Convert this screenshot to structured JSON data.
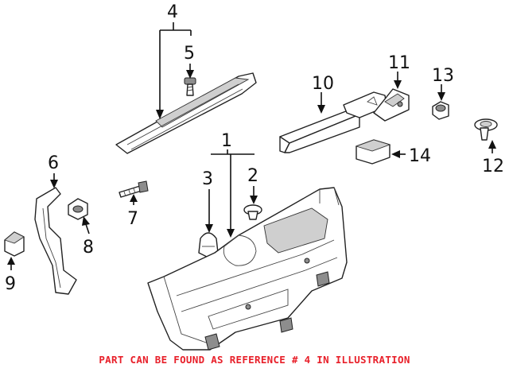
{
  "callouts": {
    "c1": "1",
    "c2": "2",
    "c3": "3",
    "c4": "4",
    "c5": "5",
    "c6": "6",
    "c7": "7",
    "c8": "8",
    "c9": "9",
    "c10": "10",
    "c11": "11",
    "c12": "12",
    "c13": "13",
    "c14": "14"
  },
  "footnote": "PART CAN BE FOUND AS REFERENCE # 4 IN ILLUSTRATION",
  "colors": {
    "footnote": "#e8202a",
    "line_art": "#222222"
  }
}
